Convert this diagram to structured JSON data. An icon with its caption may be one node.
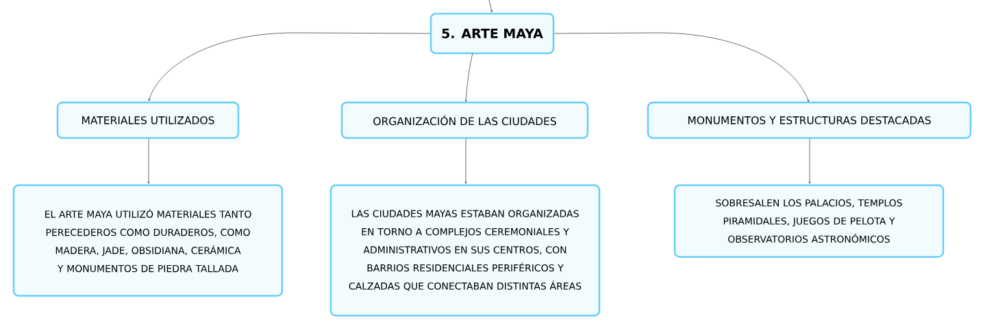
{
  "diagram": {
    "nodes": [
      {
        "text": [
          "5. ARTE MAYA"
        ]
      },
      {
        "text": [
          "MATERIALES UTILIZADOS"
        ]
      },
      {
        "text": [
          "ORGANIZACIÓN DE LAS CIUDADES"
        ]
      },
      {
        "text": [
          "MONUMENTOS Y ESTRUCTURAS DESTACADAS"
        ]
      },
      {
        "text": [
          "EL ARTE MAYA UTILIZÓ MATERIALES TANTO PERECEDEROS COMO DURADEROS, COMO MADERA, JADE, OBSIDIANA, CERÁMICA Y MONUMENTOS DE PIEDRA TALLADA"
        ]
      },
      {
        "text": [
          "LAS CIUDADES MAYAS ESTABAN ORGANIZADAS EN TORNO A COMPLEJOS CEREMONIALES Y ADMINISTRATIVOS EN SUS CENTROS, CON BARRIOS RESIDENCIALES PERIFÉRICOS Y CALZADAS QUE CONECTABAN DISTINTAS ÁREAS"
        ]
      },
      {
        "text": [
          "SOBRESALEN LOS PALACIOS, TEMPLOS PIRAMIDALES, JUEGOS DE PELOTA Y OBSERVATORIOS ASTRONÓMICOS"
        ]
      }
    ],
    "edges": [
      {
        "from": null,
        "to": 0,
        "arrow": "to"
      },
      {
        "from": 0,
        "to": 1,
        "arrow": "to"
      },
      {
        "from": 0,
        "to": 2,
        "arrow": "to"
      },
      {
        "from": 0,
        "to": 3,
        "arrow": "to"
      },
      {
        "from": 1,
        "to": 4,
        "arrow": "to"
      },
      {
        "from": 2,
        "to": 5,
        "arrow": "to"
      },
      {
        "from": 3,
        "to": 6,
        "arrow": "to"
      }
    ]
  }
}
